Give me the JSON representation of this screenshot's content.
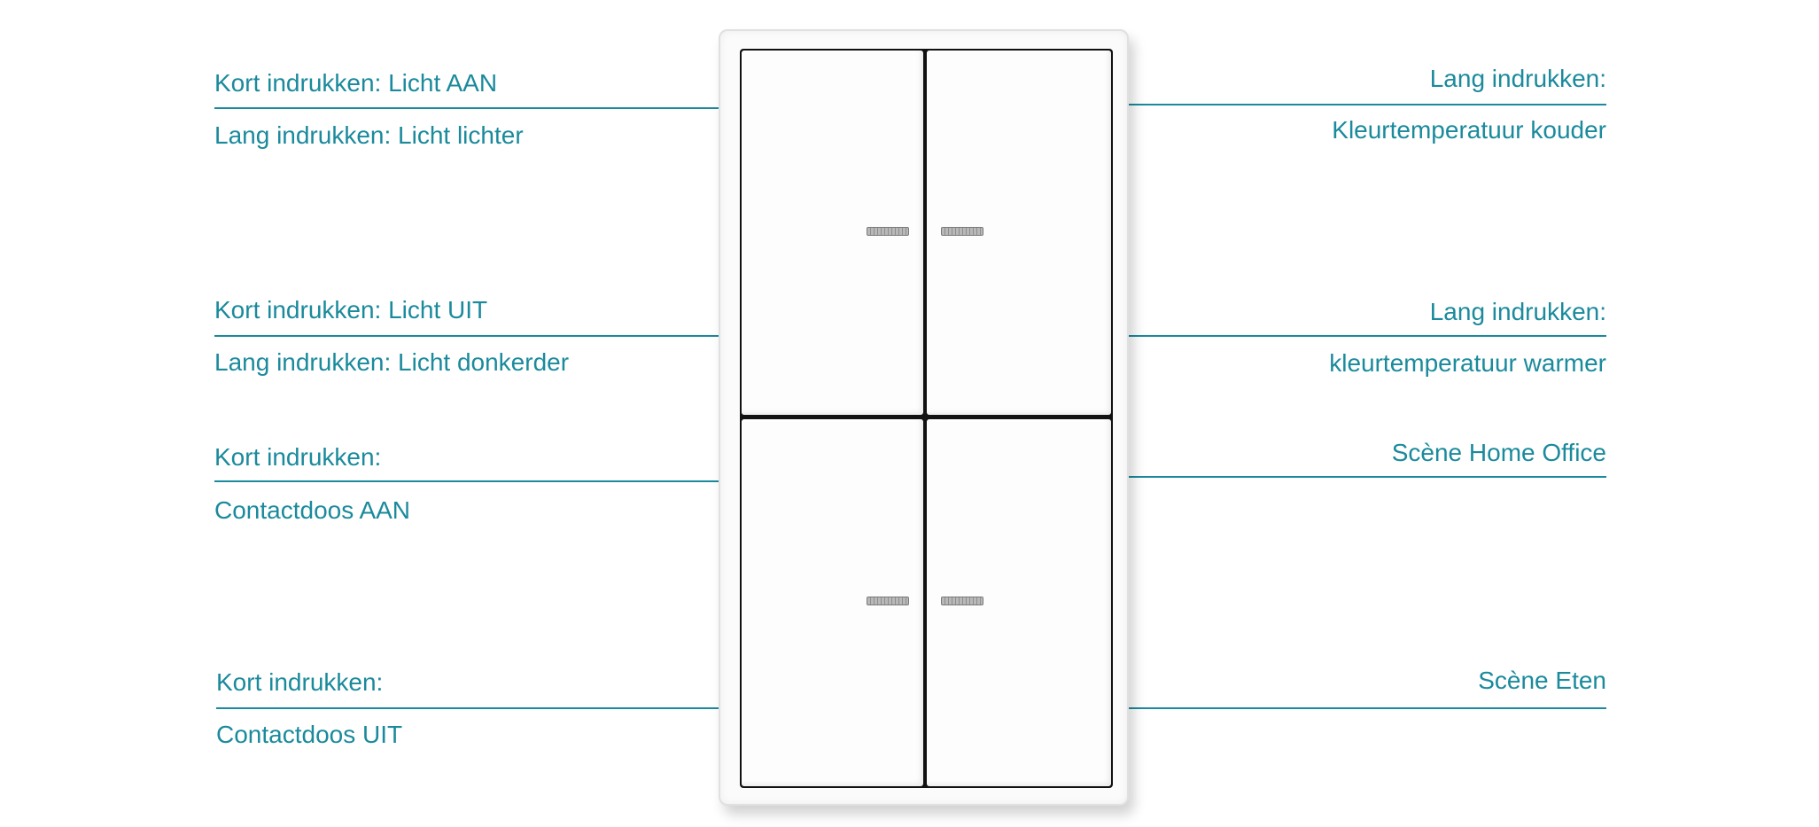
{
  "colors": {
    "accent": "#1a8a9c",
    "plate": "#fdfdfd",
    "gap": "#111111"
  },
  "left_labels": [
    {
      "top": "Kort indrukken: Licht AAN",
      "bottom": "Lang indrukken: Licht lichter"
    },
    {
      "top": "Kort indrukken: Licht UIT",
      "bottom": "Lang indrukken: Licht donkerder"
    },
    {
      "top": "Kort indrukken:",
      "bottom": "Contactdoos AAN"
    },
    {
      "top": "Kort indrukken:",
      "bottom": "Contactdoos UIT"
    }
  ],
  "right_labels": [
    {
      "top": "Lang indrukken:",
      "bottom": "Kleurtemperatuur kouder"
    },
    {
      "top": "Lang indrukken:",
      "bottom": "kleurtemperatuur warmer"
    },
    {
      "top": "Scène Home Office"
    },
    {
      "top": "Scène Eten"
    }
  ],
  "device": {
    "icon": "led-indicator-icon"
  }
}
